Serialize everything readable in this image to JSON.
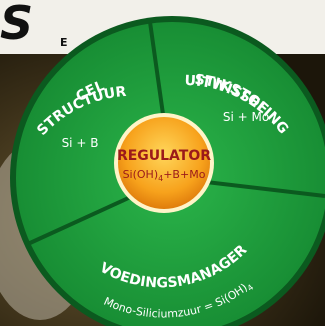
{
  "brand": {
    "logo_text": "S",
    "logo_letter": "E"
  },
  "colors": {
    "wheel_green": "#1f9a3a",
    "wheel_dark_green": "#0d6a25",
    "wheel_rim": "#0b5a1f",
    "center_orange": "#f7a21c",
    "center_text": "#9b1a1a",
    "background_dark": "#3a2f18"
  },
  "segments": {
    "cel": {
      "title_line1": "CEL",
      "title_line2": "STRUCTUUR",
      "sub": "Si + B"
    },
    "stikstof": {
      "title_line1": "STIKSTOF",
      "title_line2": "UITWISSELING",
      "sub": "Si + Mo"
    },
    "voeding": {
      "title": "VOEDINGSMANAGER",
      "sub_prefix": "Mono-Siliciumzuur = Si(OH)",
      "sub_subscript": "4"
    }
  },
  "center": {
    "title": "REGULATOR",
    "formula_a": "Si(OH)",
    "formula_sub": "4",
    "formula_b": "+B+Mo"
  }
}
